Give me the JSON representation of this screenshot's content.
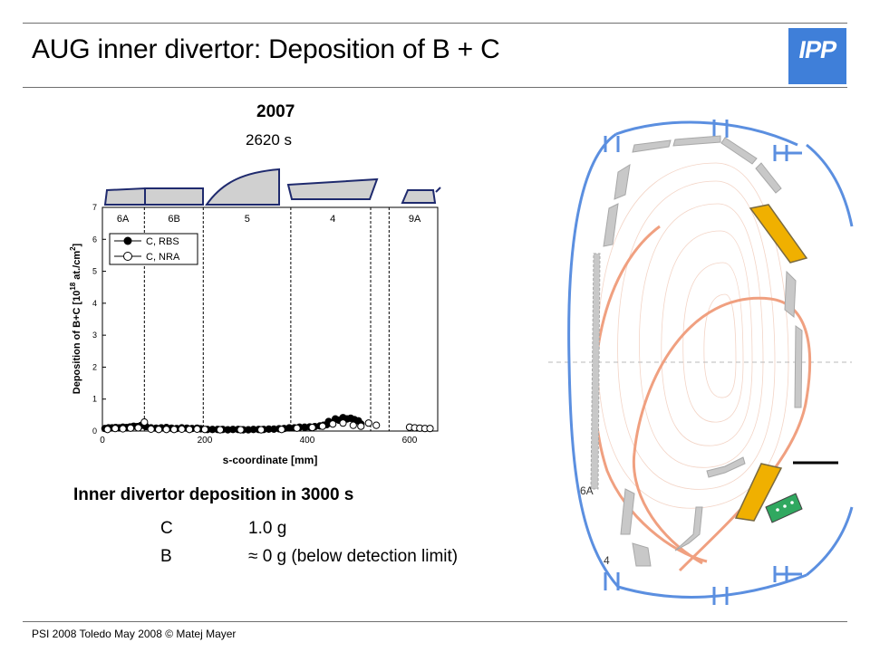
{
  "slide": {
    "title": "AUG inner divertor: Deposition of B + C",
    "logo_text": "IPP",
    "year": "2007",
    "duration": "2620 s",
    "footer": "PSI 2008 Toledo May 2008 © Matej Mayer"
  },
  "summary": {
    "heading": "Inner divertor deposition in 3000 s",
    "rows": [
      {
        "element": "C",
        "value": "1.0 g"
      },
      {
        "element": "B",
        "value": "≈ 0 g (below detection limit)"
      }
    ]
  },
  "cross_section": {
    "labels": [
      "6A",
      "4"
    ],
    "colors": {
      "vessel": "#5b8fe0",
      "separatrix": "#f0a080",
      "tiles": "#c8c8c8",
      "samples": "#f0b000",
      "probe": "#30a860"
    }
  },
  "chart_data": {
    "type": "scatter",
    "xlabel": "s-coordinate [mm]",
    "ylabel": "Deposition of B+C [10",
    "ylabel_exp": "18",
    "ylabel_unit": " at./cm",
    "ylabel_sup2": "2",
    "ylabel_close": "]",
    "xlim": [
      0,
      655
    ],
    "ylim": [
      0,
      7
    ],
    "xticks": [
      0,
      200,
      400,
      600
    ],
    "yticks": [
      0,
      1,
      2,
      3,
      4,
      5,
      6,
      7
    ],
    "tile_boundaries": [
      82,
      197,
      368,
      524,
      560
    ],
    "regions": [
      {
        "label": "6A",
        "x": 40
      },
      {
        "label": "6B",
        "x": 140
      },
      {
        "label": "5",
        "x": 283
      },
      {
        "label": "4",
        "x": 450
      },
      {
        "label": "9A",
        "x": 610
      }
    ],
    "legend": {
      "filled": "C, RBS",
      "open": "C, NRA"
    },
    "series": [
      {
        "name": "C, RBS",
        "marker": "filled",
        "x": [
          5,
          12,
          19,
          26,
          33,
          40,
          47,
          54,
          61,
          68,
          75,
          80,
          85,
          95,
          105,
          115,
          125,
          135,
          145,
          155,
          165,
          175,
          185,
          192,
          205,
          215,
          225,
          235,
          245,
          255,
          265,
          275,
          285,
          295,
          305,
          315,
          325,
          335,
          345,
          355,
          365,
          375,
          385,
          395,
          405,
          415,
          425,
          432,
          438,
          442,
          448,
          455,
          462,
          470,
          478,
          485,
          492,
          500,
          505
        ],
        "values": [
          0.08,
          0.1,
          0.1,
          0.11,
          0.1,
          0.12,
          0.11,
          0.13,
          0.15,
          0.14,
          0.17,
          0.22,
          0.14,
          0.1,
          0.09,
          0.1,
          0.11,
          0.09,
          0.08,
          0.1,
          0.09,
          0.08,
          0.09,
          0.07,
          0.05,
          0.05,
          0.05,
          0.05,
          0.04,
          0.05,
          0.05,
          0.04,
          0.04,
          0.05,
          0.05,
          0.05,
          0.06,
          0.06,
          0.07,
          0.08,
          0.1,
          0.1,
          0.12,
          0.12,
          0.13,
          0.14,
          0.16,
          0.18,
          0.2,
          0.3,
          0.25,
          0.38,
          0.34,
          0.42,
          0.38,
          0.4,
          0.36,
          0.32,
          0.22
        ]
      },
      {
        "name": "C, NRA",
        "marker": "open",
        "x": [
          10,
          25,
          40,
          55,
          70,
          82,
          95,
          110,
          125,
          140,
          155,
          170,
          185,
          200,
          230,
          270,
          310,
          350,
          380,
          410,
          430,
          450,
          470,
          490,
          505,
          520,
          535,
          600,
          610,
          620,
          630,
          640
        ],
        "values": [
          0.05,
          0.08,
          0.07,
          0.09,
          0.1,
          0.28,
          0.06,
          0.05,
          0.05,
          0.05,
          0.06,
          0.05,
          0.06,
          0.05,
          0.04,
          0.04,
          0.04,
          0.05,
          0.09,
          0.11,
          0.15,
          0.22,
          0.25,
          0.18,
          0.15,
          0.25,
          0.18,
          0.12,
          0.1,
          0.09,
          0.08,
          0.08
        ]
      }
    ]
  }
}
